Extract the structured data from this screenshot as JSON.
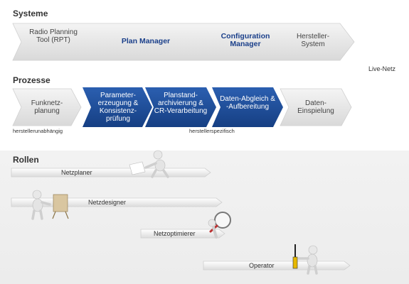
{
  "sections": {
    "systeme": "Systeme",
    "prozesse": "Prozesse",
    "rollen": "Rollen"
  },
  "systeme": {
    "rpt": "Radio Planning Tool (RPT)",
    "plan_manager": "Plan Manager",
    "configuration_manager": "Configuration Manager",
    "hersteller": "Hersteller-System"
  },
  "live_netz": "Live-Netz",
  "prozesse": {
    "funknetz": "Funknetz-planung",
    "parameter": "Parameter-erzeugung & Konsistenz-prüfung",
    "planstand": "Planstand-archivierung & CR-Verarbeitung",
    "daten_abgleich": "Daten-Abgleich & -Aufbereitung",
    "daten_einspielung": "Daten-Einspielung"
  },
  "notes": {
    "herstellerunabhaengig": "herstellerunabhängig",
    "herstellerspezifisch": "herstellerspezifisch"
  },
  "rollen": {
    "netzplaner": "Netzplaner",
    "netzdesigner": "Netzdesigner",
    "netzoptimierer": "Netzoptimierer",
    "operator": "Operator"
  },
  "colors": {
    "blue": "#1f4e9a",
    "grey_arrow": "#e6e6e6",
    "blue_text": "#1a3f8a"
  }
}
